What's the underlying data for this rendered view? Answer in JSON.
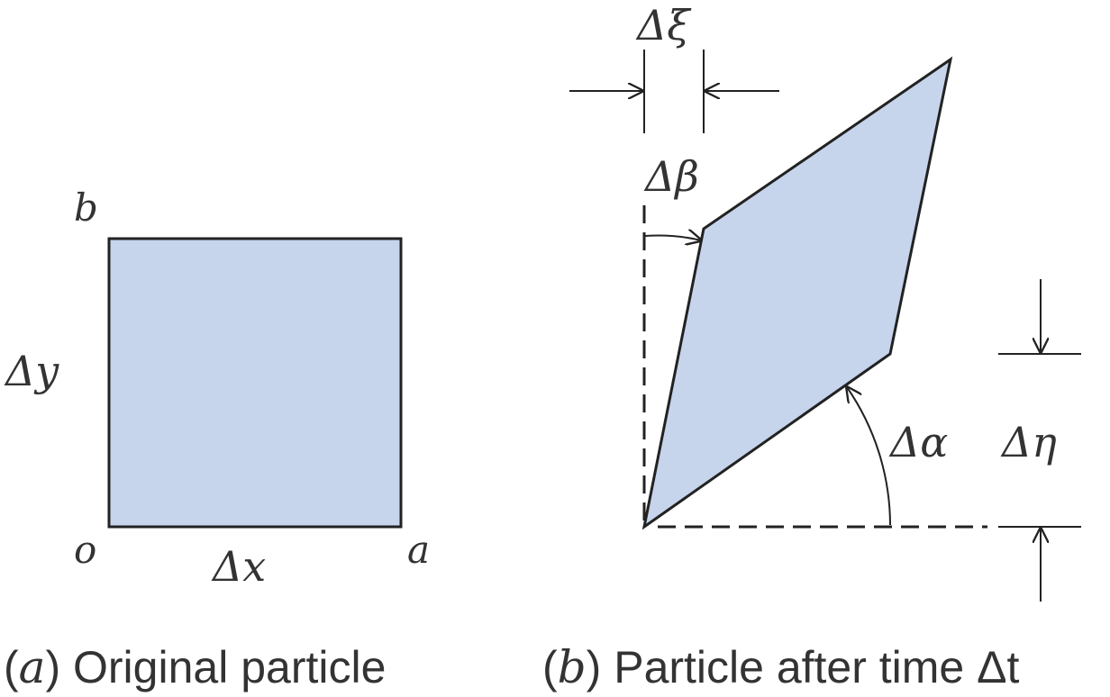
{
  "panel_a": {
    "corner_b": "b",
    "corner_o": "o",
    "corner_a": "a",
    "label_dy": "Δy",
    "label_dx": "Δx",
    "caption_letter": "a",
    "caption_text": "Original particle"
  },
  "panel_b": {
    "label_dxi": "Δξ",
    "label_dbeta": "Δβ",
    "label_dalpha": "Δα",
    "label_deta": "Δη",
    "caption_letter": "b",
    "caption_text": "Particle after time Δt"
  },
  "colors": {
    "fill": "#c6d4ec",
    "stroke": "#222222",
    "text": "#333333"
  }
}
